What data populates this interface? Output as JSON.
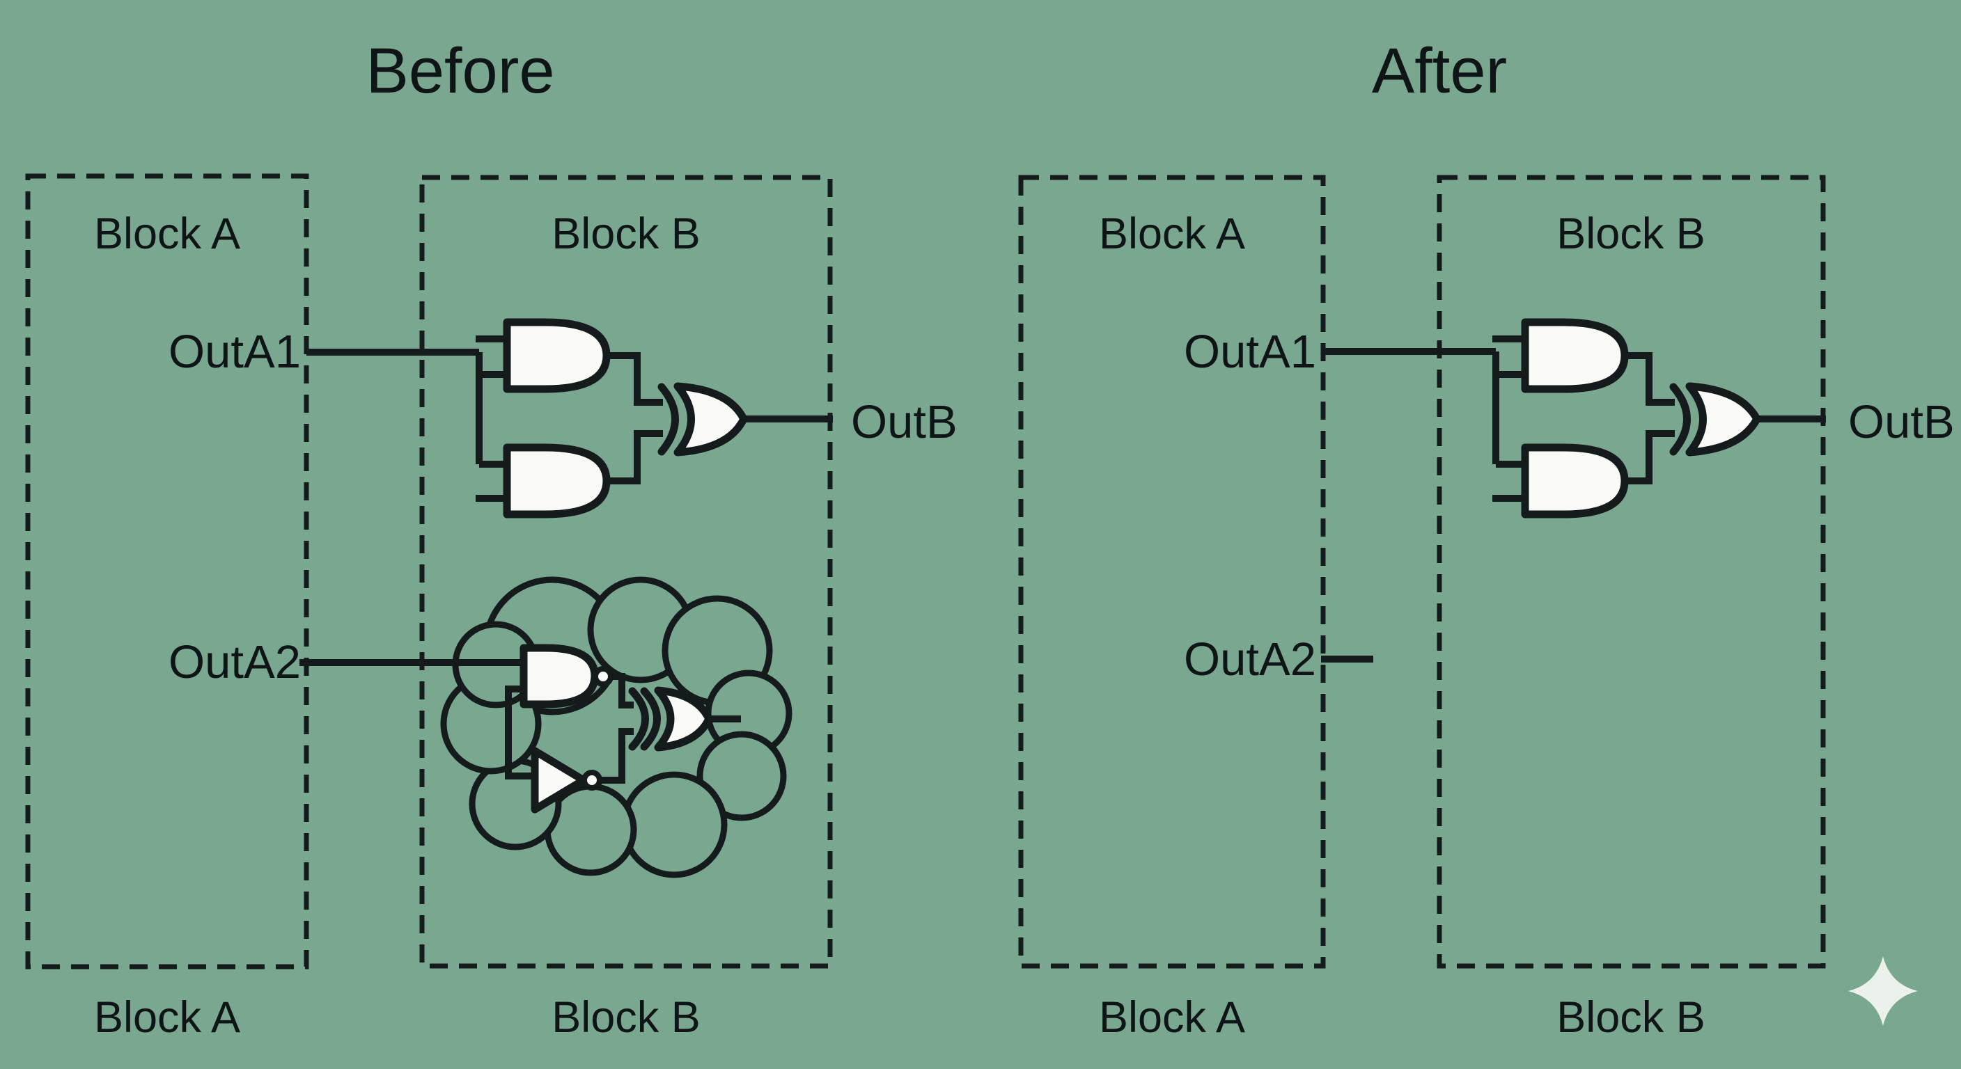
{
  "colors": {
    "background": "#79a78f",
    "line": "#151b1c",
    "text": "#0f1517",
    "gate_fill": "#f9faf5",
    "sparkle": "#ffffff"
  },
  "before": {
    "title": "Before",
    "block_a": {
      "title": "Block A",
      "caption": "Block A"
    },
    "block_b": {
      "title": "Block B",
      "caption": "Block B",
      "gates": [
        "and-gate",
        "and-gate",
        "or-gate"
      ],
      "cloud_gates": [
        "nand-gate",
        "not-gate",
        "xor-gate"
      ]
    },
    "signals": {
      "outa1": "OutA1",
      "outa2": "OutA2",
      "outb": "OutB"
    }
  },
  "after": {
    "title": "After",
    "block_a": {
      "title": "Block A",
      "caption": "Block A"
    },
    "block_b": {
      "title": "Block B",
      "caption": "Block B",
      "gates": [
        "and-gate",
        "and-gate",
        "or-gate"
      ]
    },
    "signals": {
      "outa1": "OutA1",
      "outa2": "OutA2",
      "outb": "OutB"
    }
  }
}
